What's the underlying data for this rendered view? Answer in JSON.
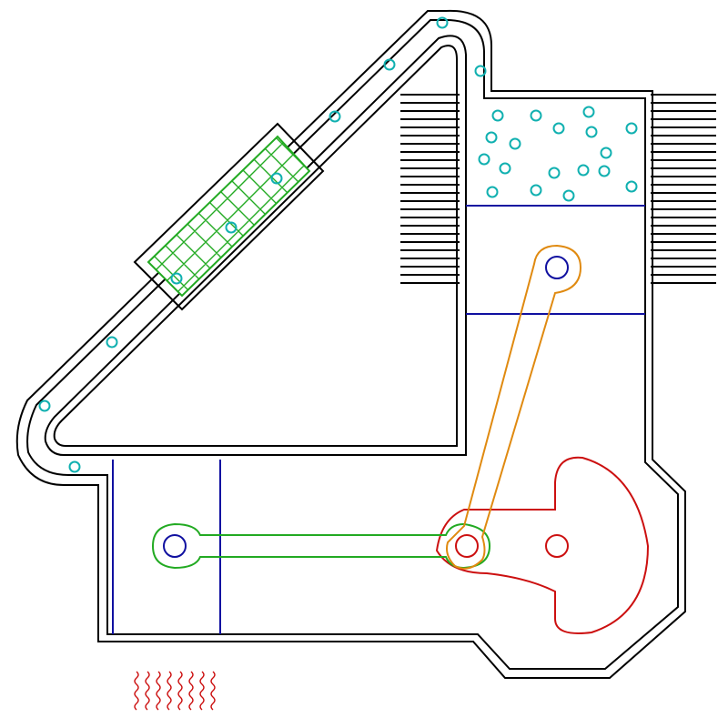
{
  "diagram": {
    "colors": {
      "outline": "#000000",
      "regenerator": "#22aa22",
      "molecules": "#10b0b0",
      "piston": "#1010a0",
      "crank": "#cc1010",
      "power_rod": "#e08a10",
      "displacer_rod": "#22aa22",
      "heat": "#cc1010"
    },
    "parts": [
      "outer-housing",
      "transfer-duct",
      "regenerator-mesh",
      "cooling-fins-left",
      "cooling-fins-right",
      "power-cylinder",
      "power-piston",
      "displacer-chamber",
      "displacer-piston",
      "power-connecting-rod",
      "displacer-connecting-rod",
      "crank-flywheel",
      "heat-source-flames",
      "gas-molecules"
    ]
  }
}
